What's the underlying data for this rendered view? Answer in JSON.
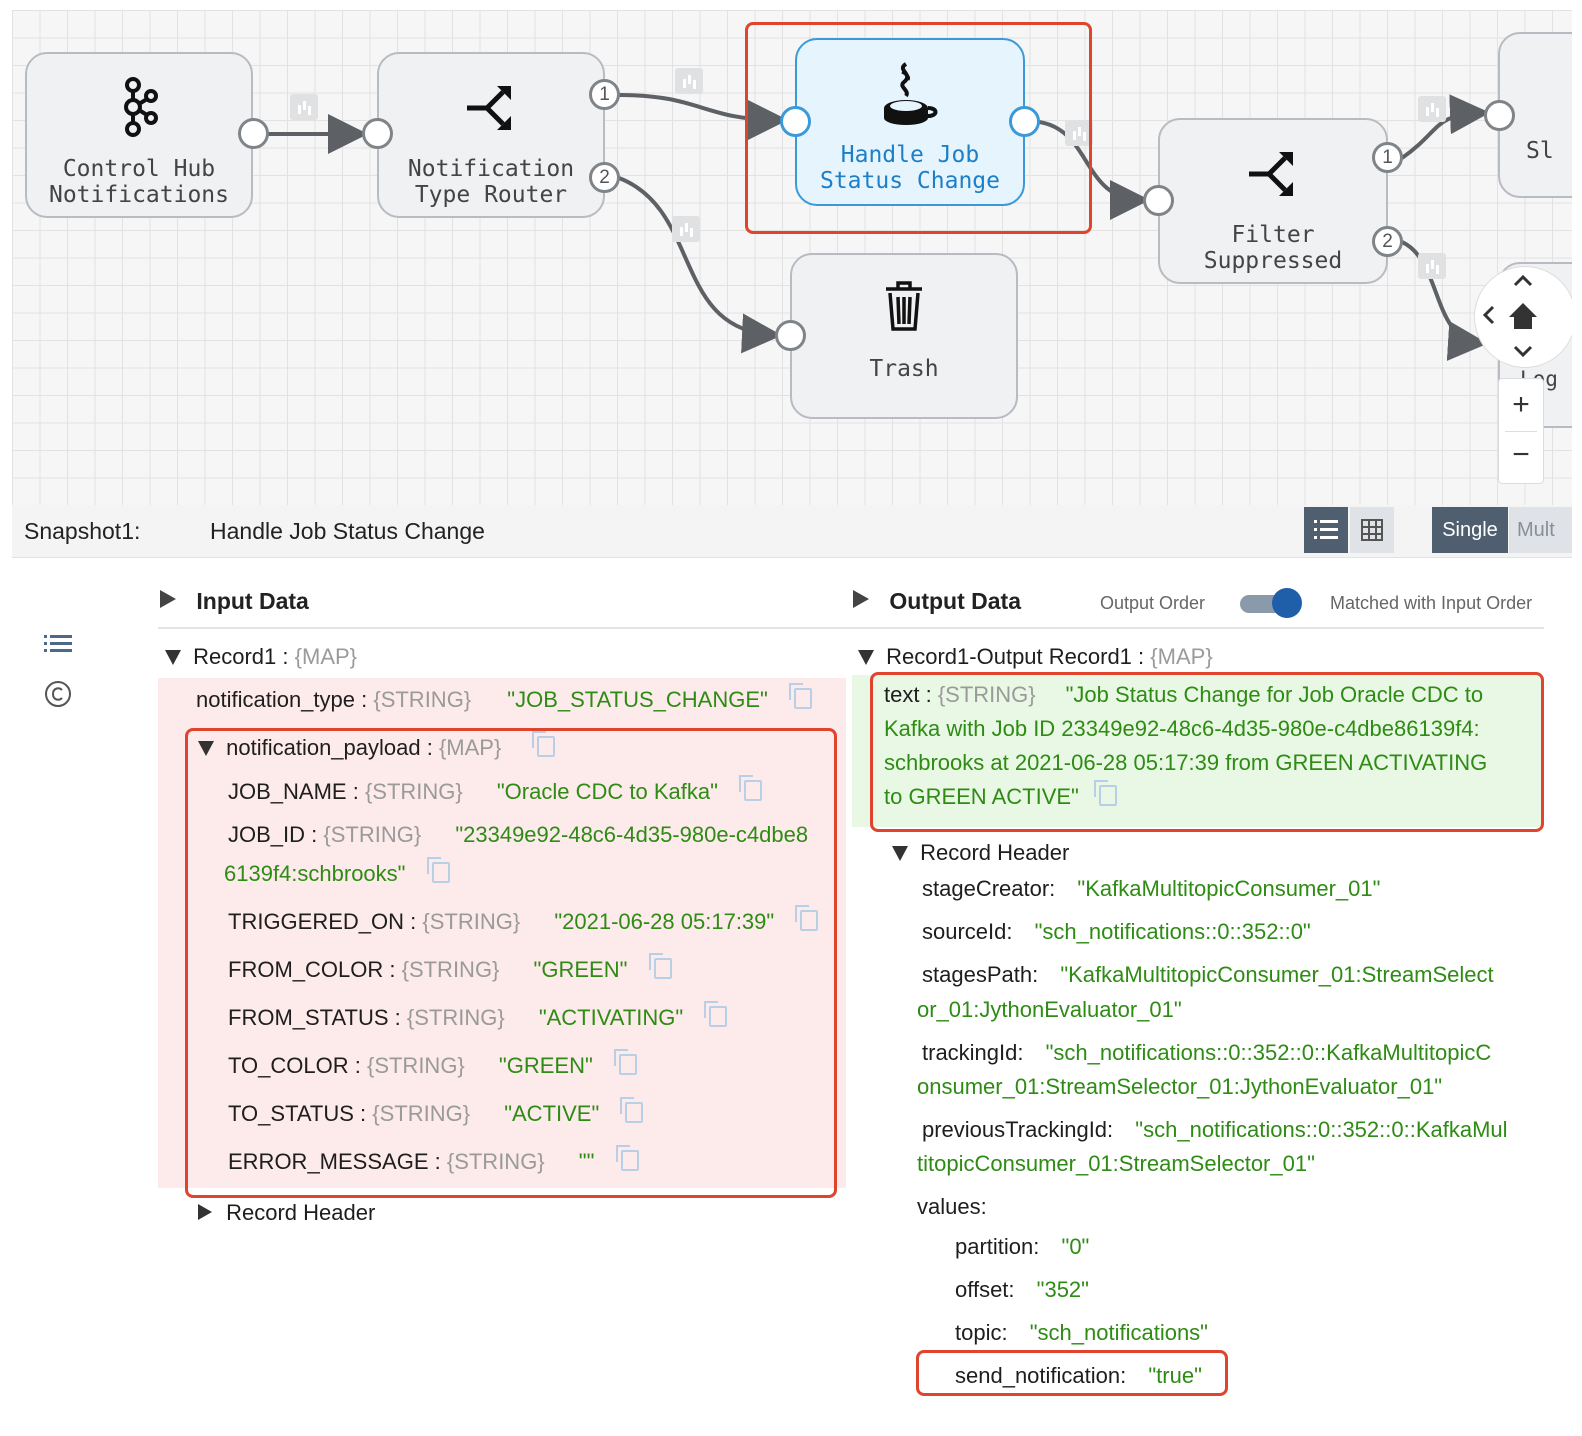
{
  "pipeline": {
    "nodes": {
      "control_hub": {
        "label": "Control Hub\nNotifications"
      },
      "router": {
        "label": "Notification\nType Router",
        "port1": "1",
        "port2": "2"
      },
      "handle_job": {
        "label": "Handle Job\nStatus Change"
      },
      "trash": {
        "label": "Trash"
      },
      "filter": {
        "label": "Filter\nSuppressed",
        "port1": "1",
        "port2": "2"
      },
      "slack_partial": {
        "label": "Sl"
      },
      "log_partial": {
        "label": "Log\not"
      }
    }
  },
  "snapshot": {
    "name": "Snapshot1:",
    "stage": "Handle Job Status Change",
    "single_label": "Single",
    "multi_label": "Mult"
  },
  "input": {
    "title": "Input Data",
    "record": {
      "name": "Record1",
      "sep": ":",
      "type": "{MAP}"
    },
    "notification_type": {
      "key": "notification_type",
      "type": "{STRING}",
      "value": "\"JOB_STATUS_CHANGE\""
    },
    "payload": {
      "key": "notification_payload",
      "type": "{MAP}"
    },
    "fields": [
      {
        "key": "JOB_NAME",
        "type": "{STRING}",
        "value": "\"Oracle CDC to Kafka\""
      },
      {
        "key": "JOB_ID",
        "type": "{STRING}",
        "value": "\"23349e92-48c6-4d35-980e-c4dbe8",
        "value2": "6139f4:schbrooks\""
      },
      {
        "key": "TRIGGERED_ON",
        "type": "{STRING}",
        "value": "\"2021-06-28 05:17:39\""
      },
      {
        "key": "FROM_COLOR",
        "type": "{STRING}",
        "value": "\"GREEN\""
      },
      {
        "key": "FROM_STATUS",
        "type": "{STRING}",
        "value": "\"ACTIVATING\""
      },
      {
        "key": "TO_COLOR",
        "type": "{STRING}",
        "value": "\"GREEN\""
      },
      {
        "key": "TO_STATUS",
        "type": "{STRING}",
        "value": "\"ACTIVE\""
      },
      {
        "key": "ERROR_MESSAGE",
        "type": "{STRING}",
        "value": "\"\""
      }
    ],
    "record_header": "Record Header"
  },
  "output": {
    "title": "Output Data",
    "order_label": "Output Order",
    "matched_label": "Matched with Input Order",
    "record": {
      "name": "Record1-Output Record1",
      "sep": ":",
      "type": "{MAP}"
    },
    "text": {
      "key": "text",
      "type": "{STRING}",
      "lines": [
        "\"Job Status Change for Job Oracle CDC to",
        "Kafka with Job ID 23349e92-48c6-4d35-980e-c4dbe86139f4:",
        "schbrooks at 2021-06-28 05:17:39 from GREEN ACTIVATING",
        "to GREEN ACTIVE\""
      ]
    },
    "record_header": "Record Header",
    "header": {
      "stageCreator": {
        "key": "stageCreator:",
        "value": "\"KafkaMultitopicConsumer_01\""
      },
      "sourceId": {
        "key": "sourceId:",
        "value": "\"sch_notifications::0::352::0\""
      },
      "stagesPath": {
        "key": "stagesPath:",
        "value": "\"KafkaMultitopicConsumer_01:StreamSelect",
        "value2": "or_01:JythonEvaluator_01\""
      },
      "trackingId": {
        "key": "trackingId:",
        "value": "\"sch_notifications::0::352::0::KafkaMultitopicC",
        "value2": "onsumer_01:StreamSelector_01:JythonEvaluator_01\""
      },
      "previousTrackingId": {
        "key": "previousTrackingId:",
        "value": "\"sch_notifications::0::352::0::KafkaMul",
        "value2": "titopicConsumer_01:StreamSelector_01\""
      },
      "values_label": "values:",
      "values": [
        {
          "key": "partition:",
          "value": "\"0\""
        },
        {
          "key": "offset:",
          "value": "\"352\""
        },
        {
          "key": "topic:",
          "value": "\"sch_notifications\""
        },
        {
          "key": "send_notification:",
          "value": "\"true\""
        }
      ]
    }
  },
  "colors": {
    "accent": "#3a9ad9",
    "highlight_red": "#e0442c",
    "value_green": "#2e8b14",
    "selected_segment": "#4f5f70"
  },
  "icons": [
    "kafka-icon",
    "router-icon",
    "jython-icon",
    "trash-icon",
    "filter-router-icon",
    "list-view-icon",
    "grid-view-icon",
    "home-icon",
    "zoom-in-icon",
    "zoom-out-icon",
    "list-icon",
    "copyright-icon",
    "copy-icon"
  ]
}
